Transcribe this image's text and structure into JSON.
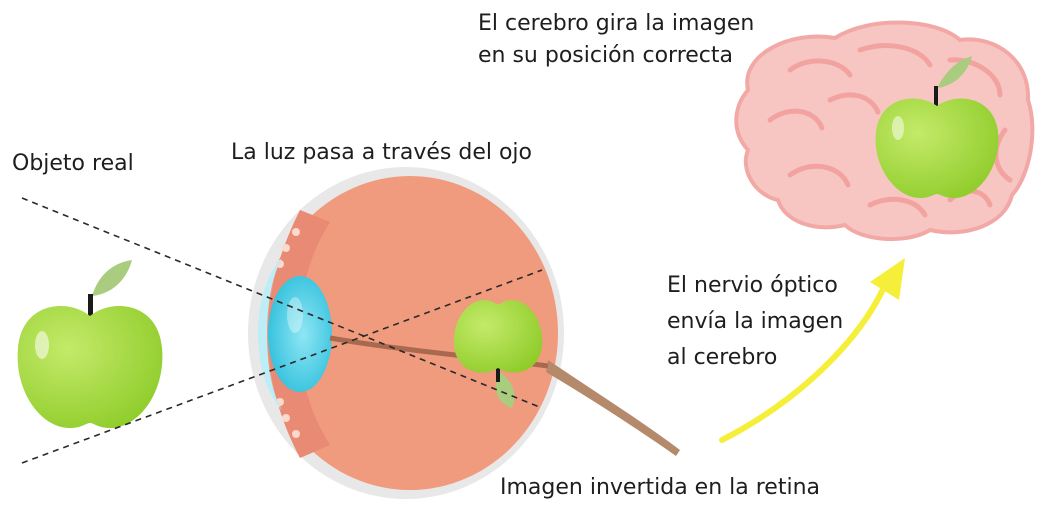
{
  "labels": {
    "real_object": "Objeto real",
    "light_through_eye": "La luz pasa a través del ojo",
    "brain_line1": "El cerebro gira la imagen",
    "brain_line2": "en su posición correcta",
    "nerve_line1": "El nervio óptico",
    "nerve_line2": "envía la imagen",
    "nerve_line3": "al cerebro",
    "inverted_image": "Imagen invertida en la retina"
  },
  "colors": {
    "apple": "#a8dc3c",
    "leaf": "#a9cc7e",
    "eye_body": "#f09a7e",
    "lens": "#4fd1e8",
    "brain": "#f7c3c0",
    "arrow": "#f5ef3a",
    "optic_nerve": "#b58a6b"
  }
}
